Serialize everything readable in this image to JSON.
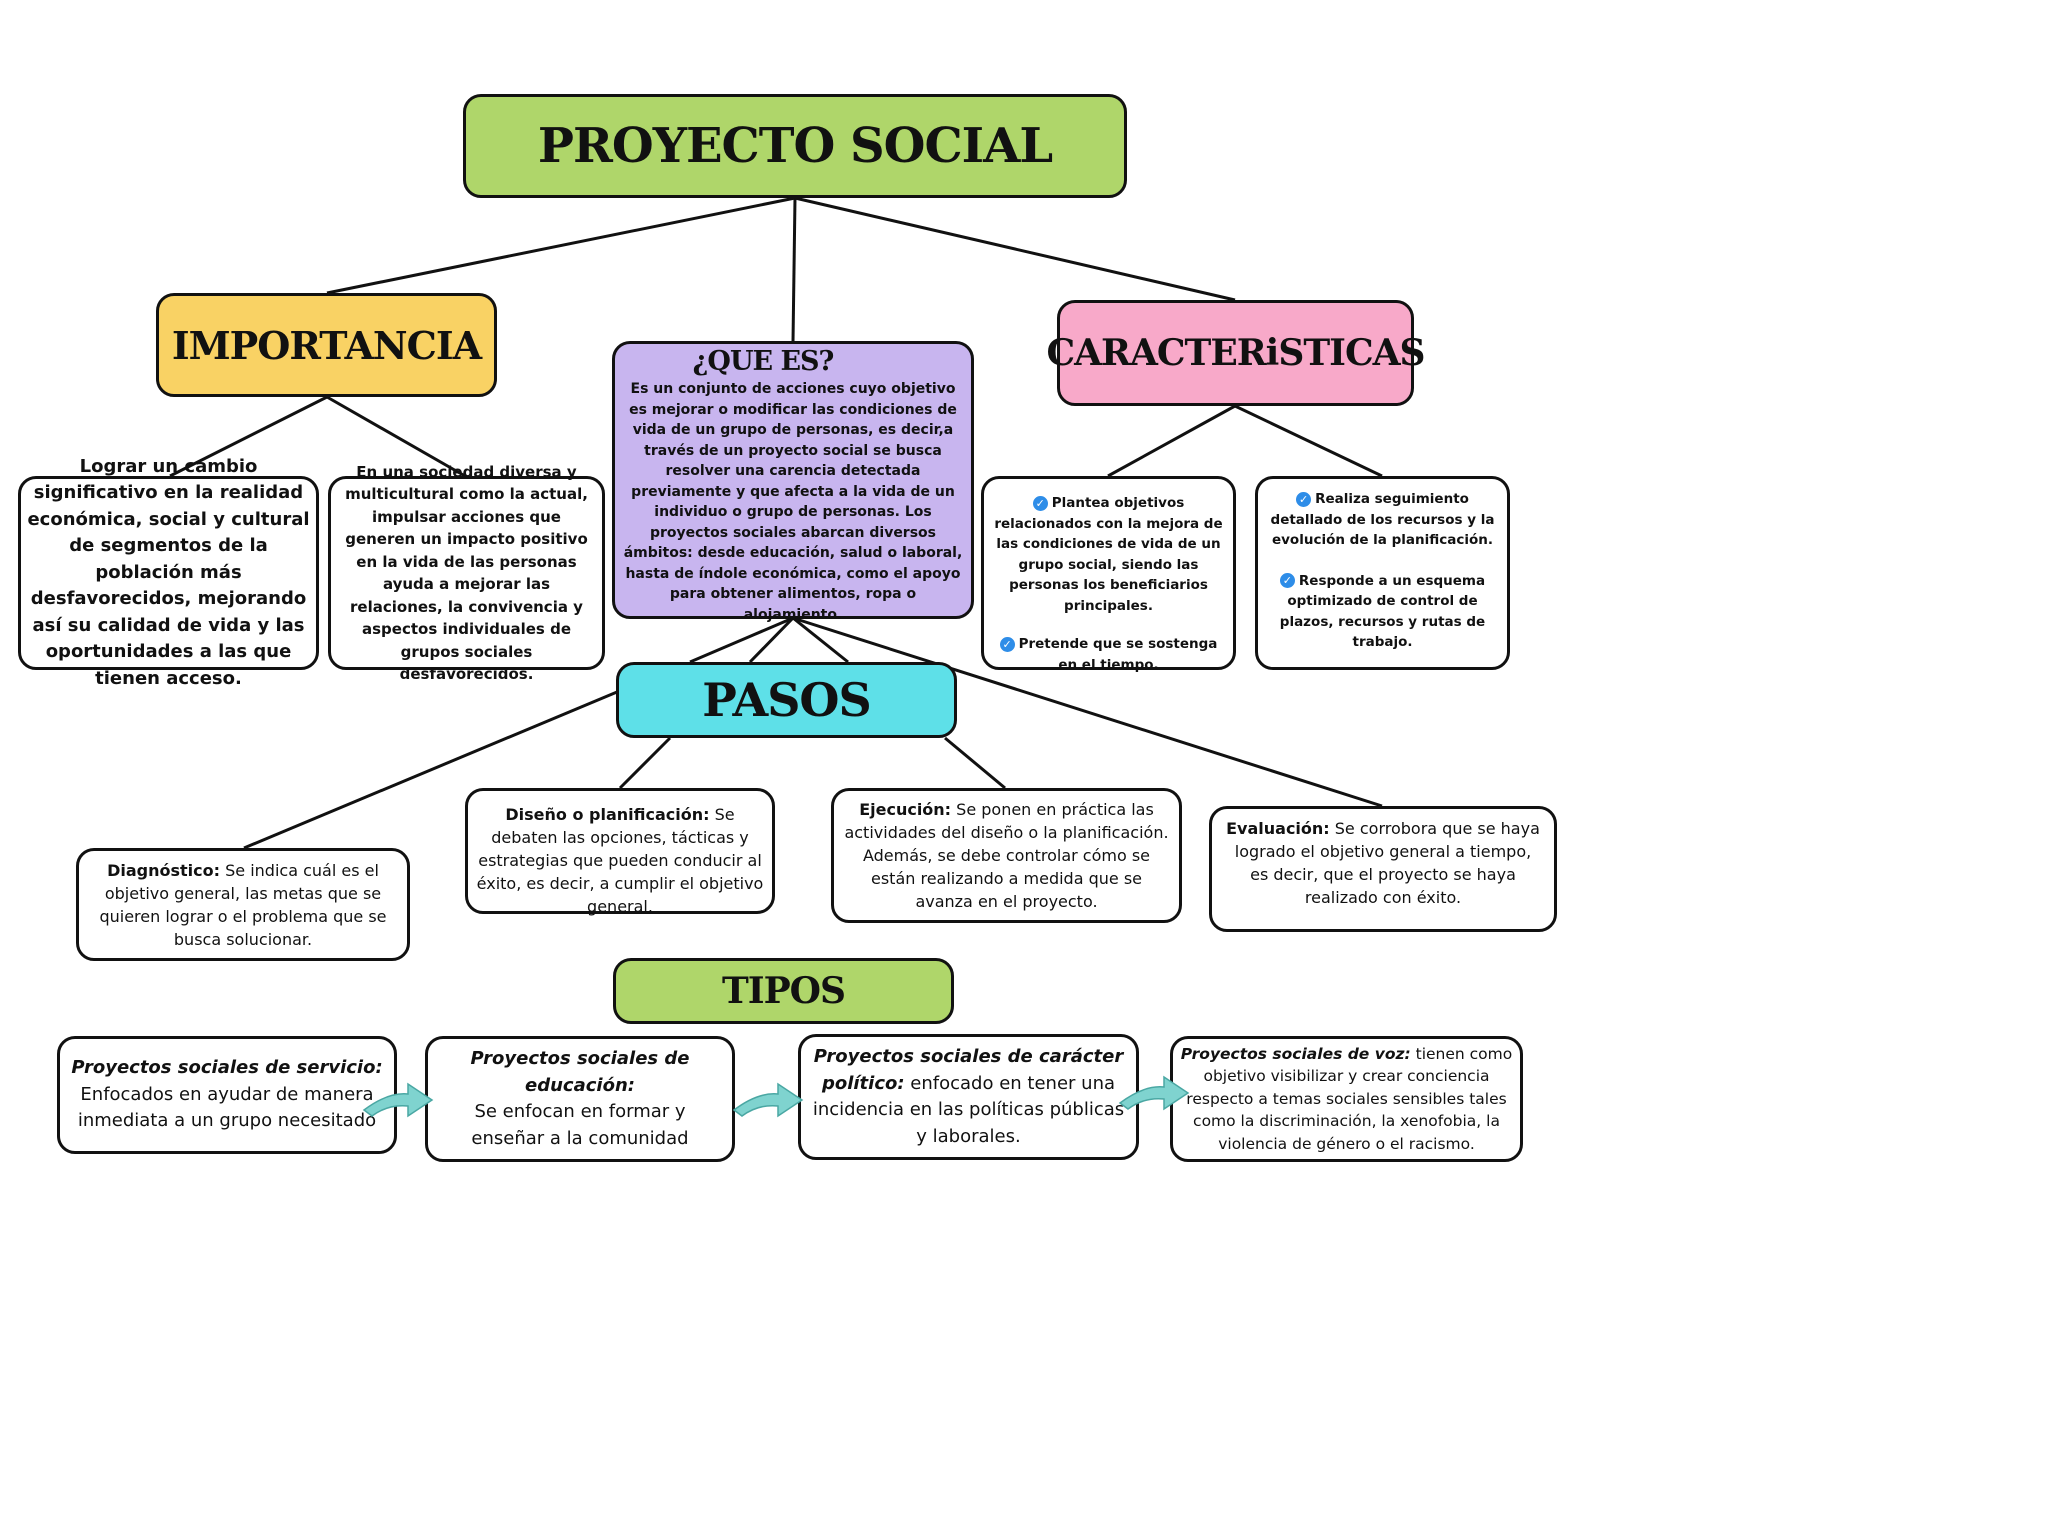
{
  "title": "PROYECTO SOCIAL",
  "importancia": {
    "heading": "IMPORTANCIA",
    "items": [
      "Lograr un cambio significativo en la realidad económica, social y cultural de segmentos de la población más desfavorecidos, mejorando así su calidad de vida y las oportunidades a las que tienen acceso.",
      "En una sociedad diversa y multicultural como la actual, impulsar acciones que generen un impacto positivo en la vida de las personas ayuda a mejorar las relaciones, la convivencia y aspectos individuales de grupos sociales desfavorecidos."
    ]
  },
  "que_es": {
    "heading": "¿QUE ES?",
    "text": "Es un conjunto de acciones cuyo objetivo es mejorar o modificar las condiciones de vida de un grupo de personas, es decir,a través de un proyecto social se busca resolver una carencia detectada previamente y que afecta a la vida de un individuo o grupo de personas. Los proyectos sociales abarcan diversos ámbitos: desde educación, salud o laboral, hasta de índole económica, como el apoyo para obtener alimentos, ropa o alojamiento."
  },
  "caracteristicas": {
    "heading": "CARACTERiSTICAS",
    "items": [
      "Plantea objetivos relacionados con la mejora de las condiciones de vida de un grupo social, siendo las personas los beneficiarios principales.",
      "Pretende que se sostenga en el tiempo.",
      "Realiza seguimiento detallado de los recursos y la evolución de la planificación.",
      "Responde a un esquema optimizado de control de plazos, recursos y rutas de trabajo."
    ]
  },
  "pasos": {
    "heading": "PASOS",
    "items": [
      {
        "label": "Diagnóstico:",
        "text": " Se indica cuál es el objetivo general, las metas que se quieren lograr o el problema que se busca solucionar."
      },
      {
        "label": "Diseño o planificación:",
        "text": " Se debaten las opciones, tácticas y estrategias que pueden conducir al éxito, es decir, a cumplir el objetivo general."
      },
      {
        "label": "Ejecución:",
        "text": " Se ponen en práctica las actividades del diseño o la planificación. Además, se debe controlar cómo se están realizando a medida que se avanza en el proyecto."
      },
      {
        "label": "Evaluación:",
        "text": " Se corrobora que se haya logrado el objetivo general a tiempo, es decir, que el proyecto se haya realizado con éxito."
      }
    ]
  },
  "tipos": {
    "heading": "TIPOS",
    "items": [
      {
        "label": "Proyectos sociales de servicio:",
        "text": "Enfocados en ayudar de manera inmediata a un grupo necesitado"
      },
      {
        "label": "Proyectos sociales de educación:",
        "text": "Se enfocan en formar y enseñar a la comunidad"
      },
      {
        "label": "Proyectos sociales de carácter político:",
        "text": " enfocado en tener una incidencia en las políticas públicas y laborales."
      },
      {
        "label": "Proyectos sociales de voz:",
        "text": " tienen como objetivo visibilizar y crear conciencia respecto a temas sociales sensibles tales como la discriminación, la xenofobia, la violencia de género o el racismo."
      }
    ]
  },
  "colors": {
    "green": "#afd66a",
    "yellow": "#f9d264",
    "pink": "#f8a9c9",
    "purple": "#c8b5ef",
    "cyan": "#5ee0e8",
    "check": "#2e8de8",
    "arrow": "#7fd3cf"
  },
  "icons": [
    "check-icon",
    "arrow-icon"
  ]
}
